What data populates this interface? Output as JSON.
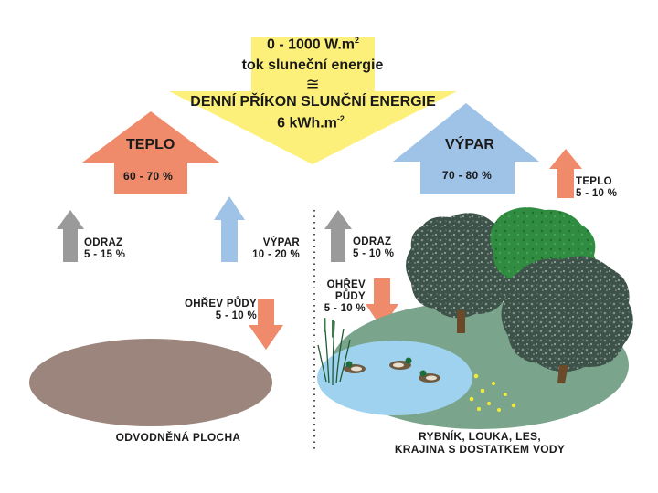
{
  "header": {
    "flux_range": "0 - 1000 W.m",
    "flux_range_exp": "2",
    "flux_label": "tok sluneční energie",
    "approx_symbol": "≅",
    "daily_input": "DENNÍ PŘÍKON SLUNČNÍ ENERGIE",
    "daily_value": "6 kWh.m",
    "daily_value_exp": "-2"
  },
  "left_side": {
    "heat_title": "TEPLO",
    "heat_value": "60 - 70 %",
    "reflection": [
      "ODRAZ",
      "5 - 15 %"
    ],
    "evaporation": [
      "VÝPAR",
      "10 - 20 %"
    ],
    "soil_heating": [
      "OHŘEV PŮDY",
      "5 - 10 %"
    ],
    "caption": "ODVODNĚNÁ PLOCHA"
  },
  "right_side": {
    "evap_title": "VÝPAR",
    "evap_value": "70 - 80 %",
    "heat": [
      "TEPLO",
      "5 - 10 %"
    ],
    "reflection": [
      "ODRAZ",
      "5 - 10 %"
    ],
    "soil_heating": [
      "OHŘEV",
      "PŮDY",
      "5 - 10 %"
    ],
    "caption": [
      "RYBNÍK, LOUKA, LES,",
      "KRAJINA S DOSTATKEM VODY"
    ]
  },
  "colors": {
    "sun_yellow": "#fdf07a",
    "heat_salmon": "#ef8a6b",
    "evap_blue": "#9fc3e6",
    "reflect_gray": "#9a9a9a",
    "drained_field": "#9b857c",
    "meadow_green": "#7aa58c",
    "pond_blue": "#9fd2ee",
    "tree_dark": "#3b5147",
    "tree_bright": "#2d8a3e"
  }
}
